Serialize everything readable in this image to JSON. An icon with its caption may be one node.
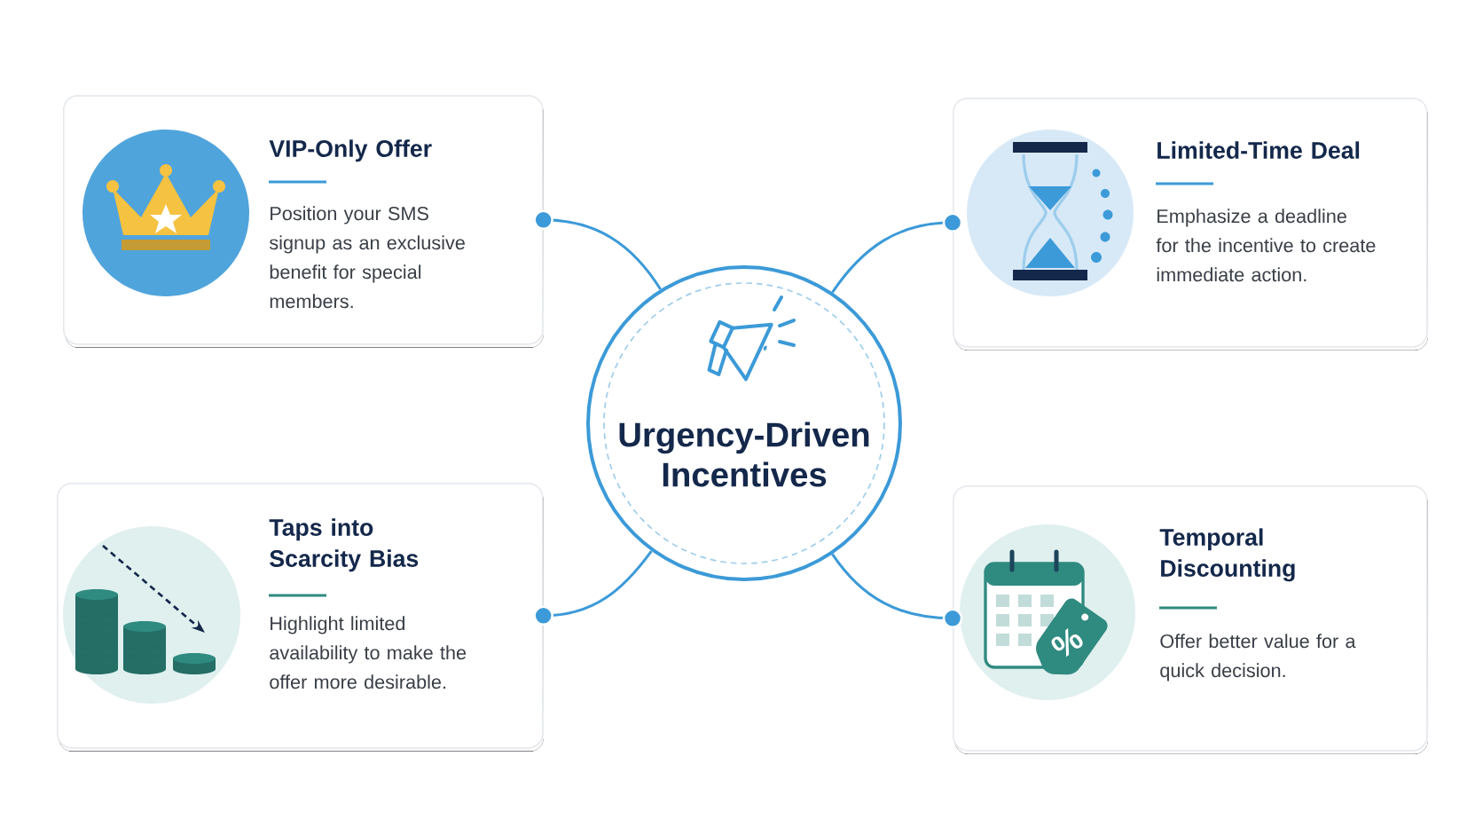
{
  "diagram": {
    "nodes": [
      {
        "text": [
          "Urgency-Driven Incentives"
        ]
      },
      {
        "text": [
          "VIP-Only Offer",
          "Position your SMS signup as an exclusive benefit for special members."
        ]
      },
      {
        "text": [
          "Limited-Time Deal",
          "Emphasize a deadline for the incentive to create immediate action."
        ]
      },
      {
        "text": [
          "Taps into Scarcity Bias",
          "Highlight limited availability to make the offer more desirable."
        ]
      },
      {
        "text": [
          "Temporal Discounting",
          "Offer better value for a quick decision."
        ]
      }
    ],
    "edges": [
      {
        "from": 0,
        "to": 1,
        "arrow": "other"
      },
      {
        "from": 0,
        "to": 2,
        "arrow": "other"
      },
      {
        "from": 0,
        "to": 3,
        "arrow": "other"
      },
      {
        "from": 0,
        "to": 4,
        "arrow": "other"
      }
    ],
    "labels": [
      "%"
    ]
  }
}
